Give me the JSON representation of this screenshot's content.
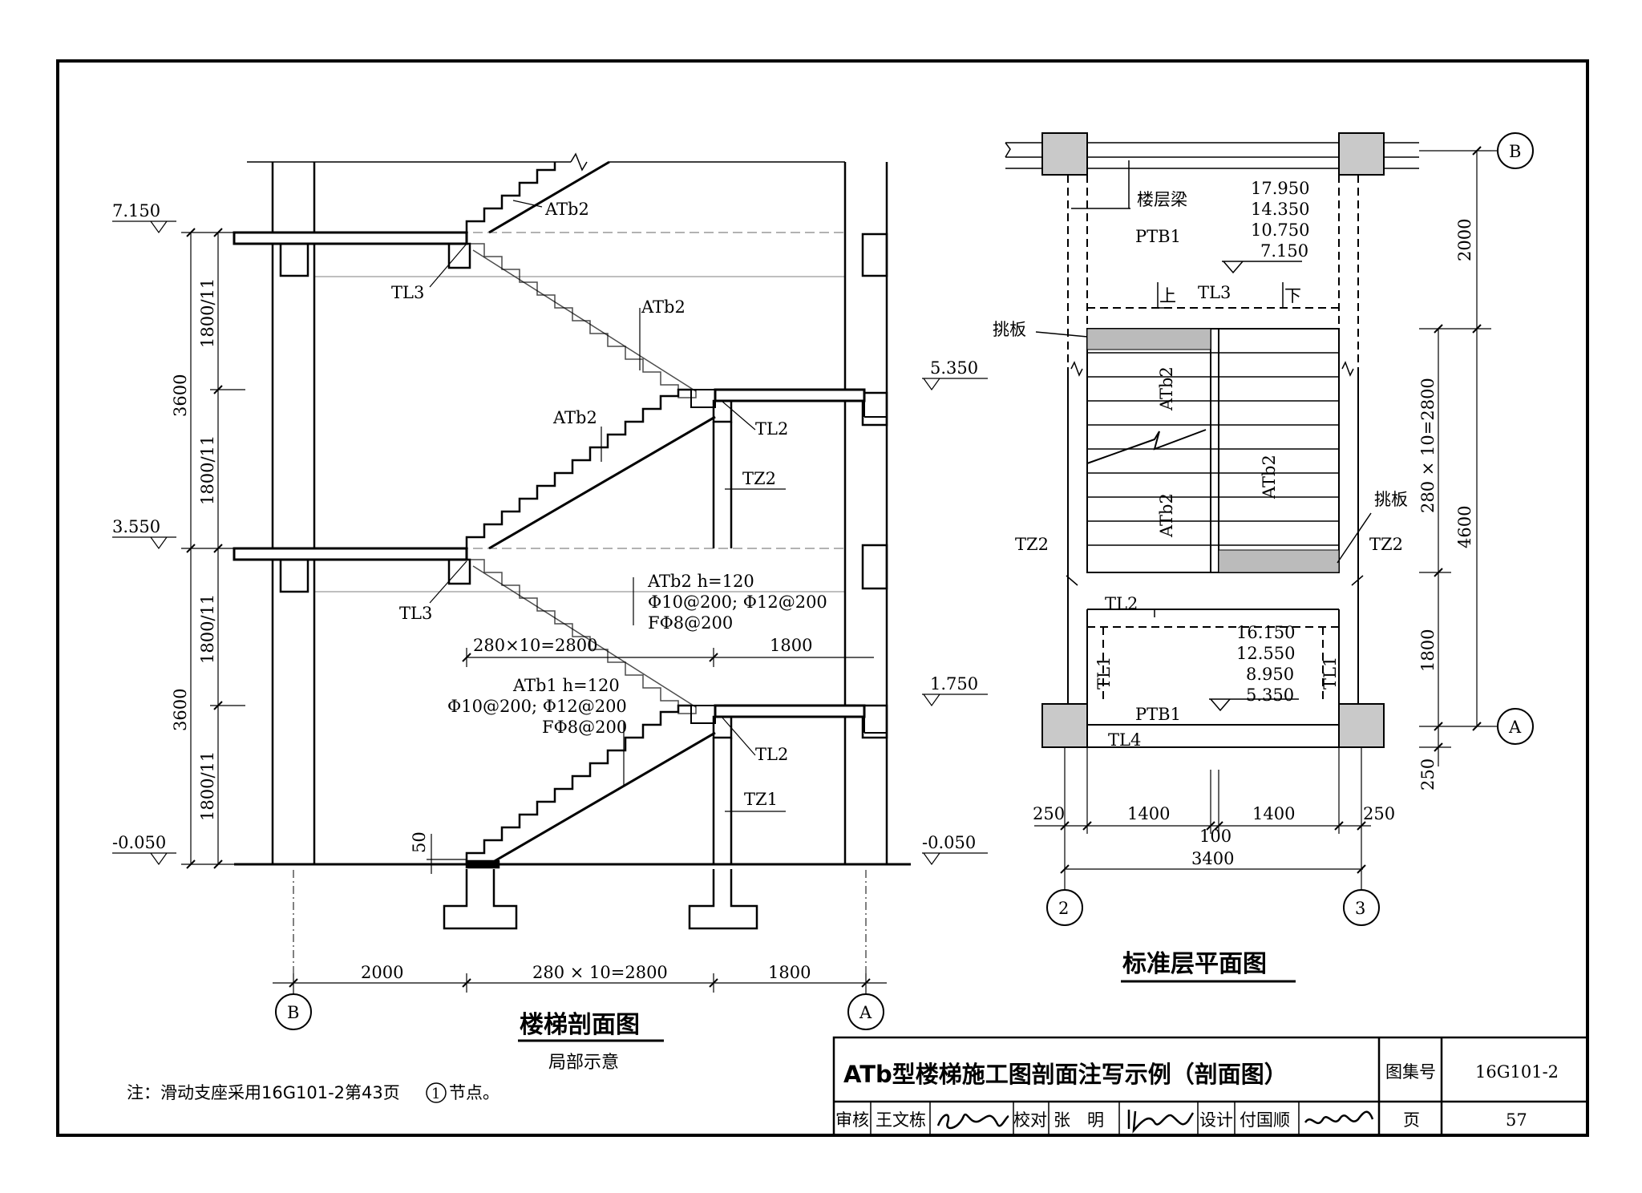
{
  "section": {
    "title": "楼梯剖面图",
    "subtitle": "局部示意",
    "elev_7150": "7.150",
    "elev_5350": "5.350",
    "elev_3550": "3.550",
    "elev_1750": "1.750",
    "elev_neg_left": "-0.050",
    "elev_neg_right": "-0.050",
    "dim_3600_upper": "3600",
    "dim_3600_lower": "3600",
    "dim_1800_11_a": "1800/11",
    "dim_1800_11_b": "1800/11",
    "dim_1800_11_c": "1800/11",
    "dim_1800_11_d": "1800/11",
    "dim_50": "50",
    "label_atb2_top": "ATb2",
    "label_atb2_mid": "ATb2",
    "label_atb2_low": "ATb2",
    "label_tl3_upper": "TL3",
    "label_tl3_lower": "TL3",
    "label_tl2_upper": "TL2",
    "label_tl2_lower": "TL2",
    "label_tz2": "TZ2",
    "label_tz1": "TZ1",
    "atb2_note_line1": "ATb2 h=120",
    "atb2_note_line2": "Φ10@200; Φ12@200",
    "atb2_note_line3": "FΦ8@200",
    "atb1_note_line1": "ATb1 h=120",
    "atb1_note_line2": "Φ10@200; Φ12@200",
    "atb1_note_line3": "FΦ8@200",
    "inner_dim_run": "280×10=2800",
    "inner_dim_landing": "1800",
    "bottom_dim_2000": "2000",
    "bottom_dim_run": "280 × 10=2800",
    "bottom_dim_1800": "1800",
    "axis_b": "B",
    "axis_a": "A"
  },
  "plan": {
    "title": "标准层平面图",
    "label_floor_beam": "楼层梁",
    "label_ptb1_top": "PTB1",
    "label_ptb1_bottom": "PTB1",
    "elevs_top": [
      "17.950",
      "14.350",
      "10.750",
      "7.150"
    ],
    "elevs_bottom": [
      "16.150",
      "12.550",
      "8.950",
      "5.350"
    ],
    "label_tl3": "TL3",
    "label_up": "上",
    "label_down": "下",
    "label_cantilever_left": "挑板",
    "label_cantilever_right": "挑板",
    "label_atb2_a": "ATb2",
    "label_atb2_b": "ATb2",
    "label_atb2_c": "ATb2",
    "label_tz2_left": "TZ2",
    "label_tz2_right": "TZ2",
    "label_tl2": "TL2",
    "label_tl1_left": "TL1",
    "label_tl1_right": "TL1",
    "label_tl4": "TL4",
    "dim_2000": "2000",
    "dim_run": "280 × 10=2800",
    "dim_4600": "4600",
    "dim_1800": "1800",
    "dim_250_right": "250",
    "dim_250_left": "250",
    "dim_1400_left": "1400",
    "dim_100": "100",
    "dim_1400_right": "1400",
    "dim_250_bottom_right": "250",
    "dim_3400": "3400",
    "axis_b": "B",
    "axis_a": "A",
    "axis_2": "2",
    "axis_3": "3"
  },
  "note": {
    "prefix": "注：滑动支座采用16G101-2第43页",
    "circled": "1",
    "suffix": "节点。"
  },
  "titleblock": {
    "title": "ATb型楼梯施工图剖面注写示例（剖面图）",
    "atlas_label": "图集号",
    "atlas_no": "16G101-2",
    "review_label": "审核",
    "review_name": "王文栋",
    "check_label": "校对",
    "check_name": "张　明",
    "design_label": "设计",
    "design_name": "付国顺",
    "page_label": "页",
    "page_no": "57"
  }
}
